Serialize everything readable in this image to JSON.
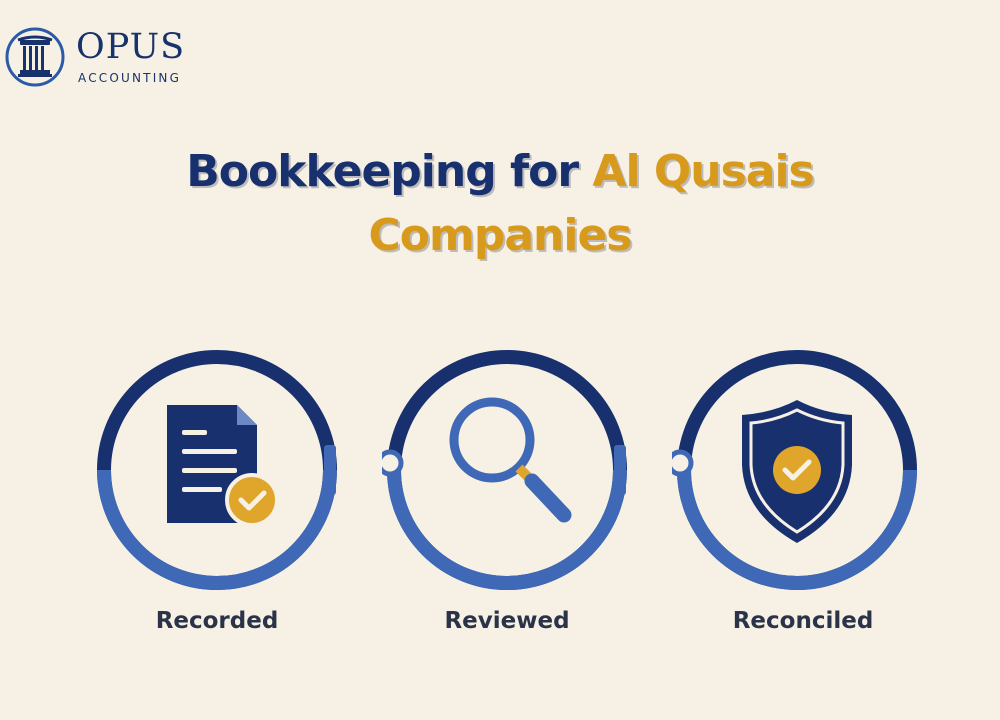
{
  "brand": {
    "name": "OPUS",
    "tagline": "ACCOUNTING",
    "icon": "pillar-icon"
  },
  "headline": {
    "part1": "Bookkeeping for ",
    "part2": "Al Qusais",
    "part3": "Companies"
  },
  "steps": [
    {
      "label": "Recorded",
      "icon": "document-check-icon"
    },
    {
      "label": "Reviewed",
      "icon": "magnifier-icon"
    },
    {
      "label": "Reconciled",
      "icon": "shield-check-icon"
    }
  ],
  "colors": {
    "navy": "#18306e",
    "ring_blue": "#3f69b6",
    "gold": "#e0a62b",
    "background": "#f6f1e4"
  }
}
